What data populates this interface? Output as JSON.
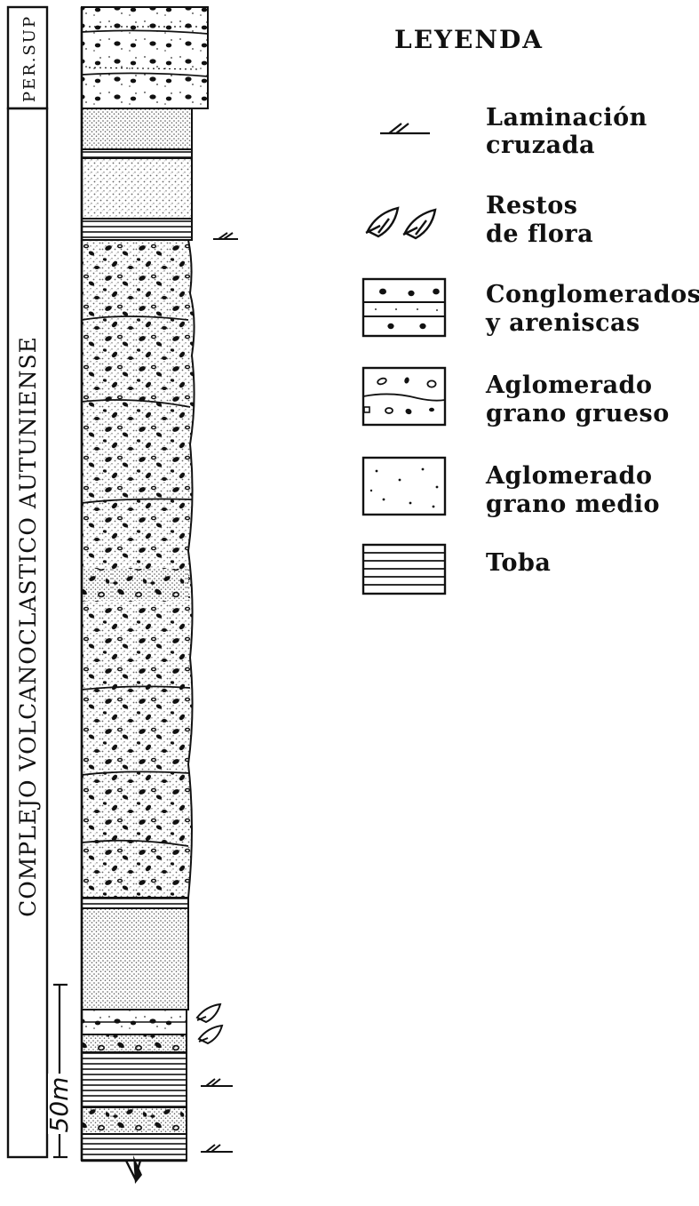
{
  "formation_labels": {
    "upper": "PER.SUP",
    "lower": "COMPLEJO VOLCANOCLASTICO AUTUNIENSE"
  },
  "scale_bar": {
    "label": "50m"
  },
  "legend": {
    "title": "LEYENDA",
    "items": [
      {
        "symbol": "cross-lamination-icon",
        "lines": [
          "Laminación",
          "cruzada"
        ]
      },
      {
        "symbol": "flora-remains-icon",
        "lines": [
          "Restos",
          "de flora"
        ]
      },
      {
        "symbol": "conglomerate-sandstone-swatch",
        "lines": [
          "Conglomerados",
          "y areniscas"
        ]
      },
      {
        "symbol": "coarse-agglomerate-swatch",
        "lines": [
          "Aglomerado",
          "grano grueso"
        ]
      },
      {
        "symbol": "medium-agglomerate-swatch",
        "lines": [
          "Aglomerado",
          "grano medio"
        ]
      },
      {
        "symbol": "tuff-swatch",
        "lines": [
          "Toba"
        ]
      }
    ]
  },
  "colors": {
    "ink": "#111111",
    "stipple": "#9a9a9a",
    "paper": "#ffffff"
  }
}
